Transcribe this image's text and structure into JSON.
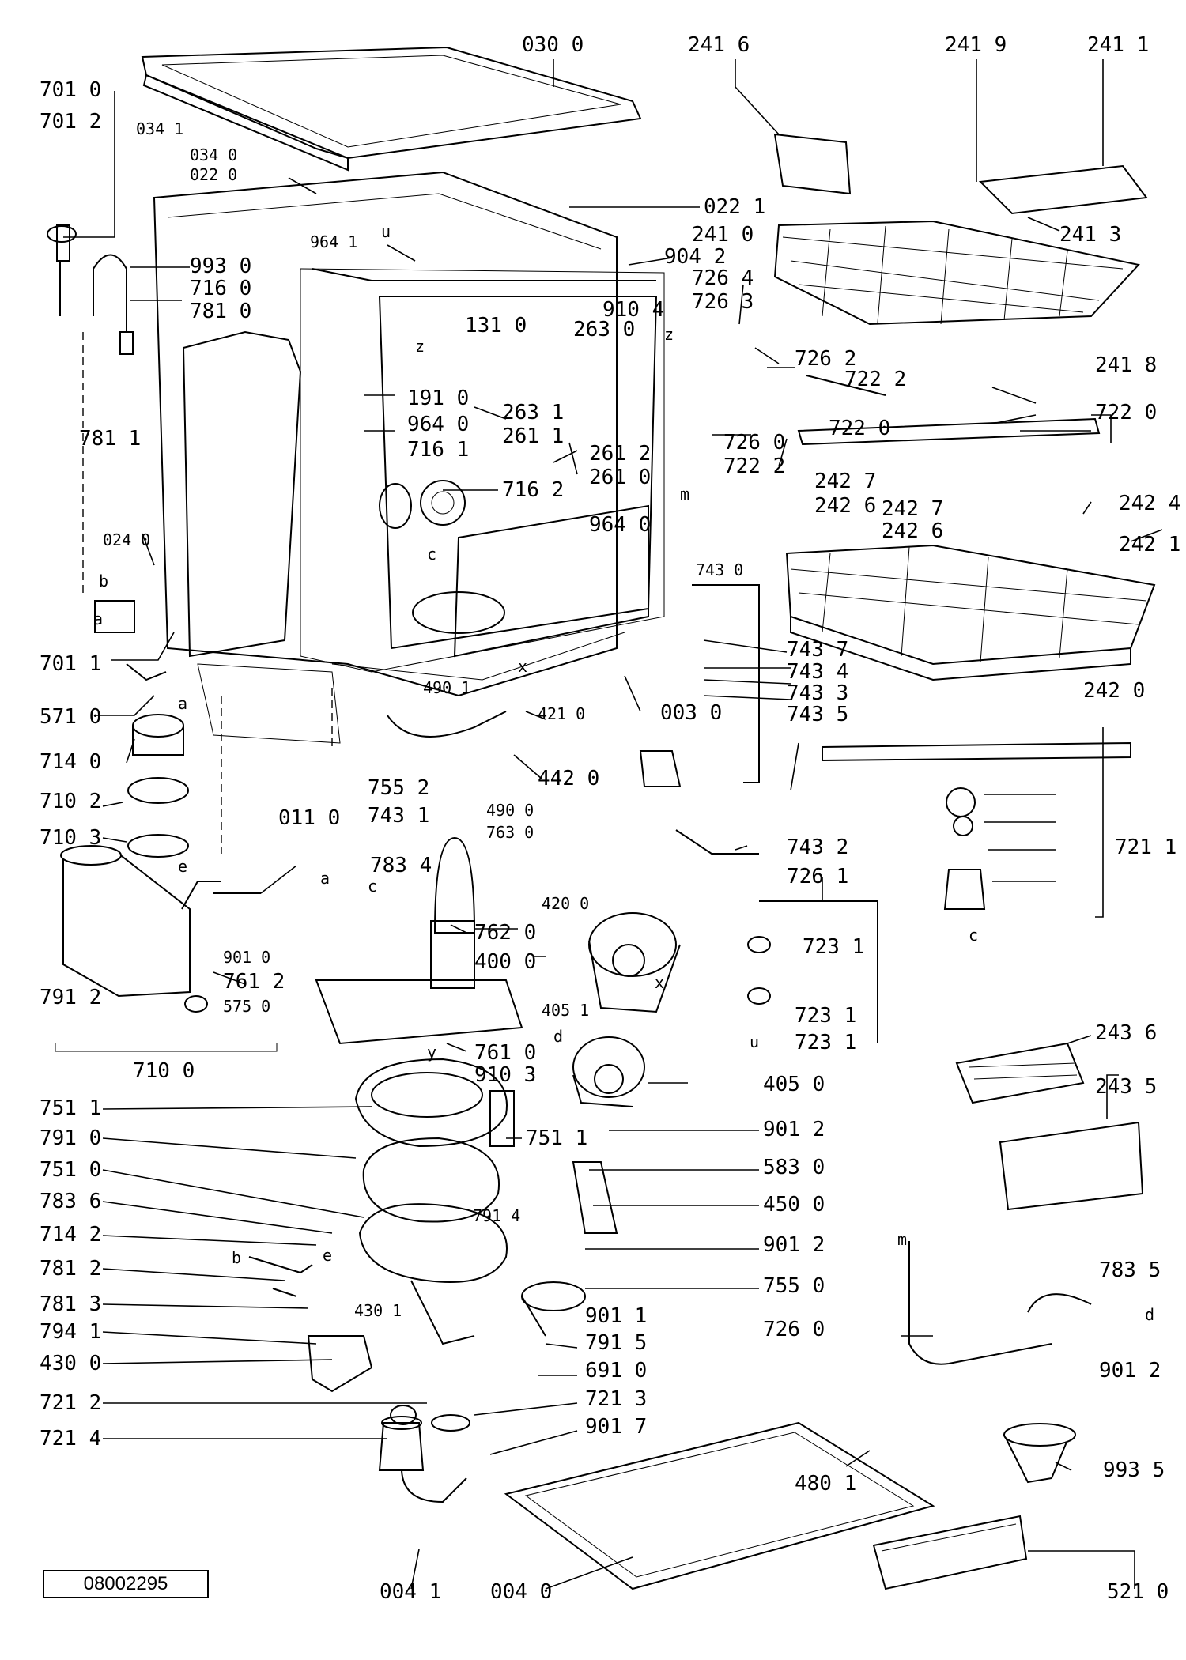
{
  "document_number": "08002295",
  "part_labels": {
    "p0300": "030 0",
    "p2416": "241 6",
    "p2419": "241 9",
    "p2411": "241 1",
    "p7010": "701 0",
    "p7012": "701 2",
    "p0341": "034 1",
    "p0340": "034 0",
    "p0220": "022 0",
    "p0221": "022 1",
    "p2410": "241 0",
    "p2413": "241 3",
    "p9641": "964 1",
    "p9930": "993 0",
    "p9042": "904 2",
    "p7264": "726 4",
    "p7160": "716 0",
    "p7263": "726 3",
    "p7810": "781 0",
    "p9104": "910 4",
    "p1310": "131 0",
    "p2630": "263 0",
    "p7262": "726 2",
    "p2418": "241 8",
    "p7811": "781 1",
    "p7222a": "722 2",
    "p7220": "722 0",
    "p2631": "263 1",
    "p1910": "191 0",
    "p7220b": "722 0",
    "p2611": "261 1",
    "p9640": "964 0",
    "p2612": "261 2",
    "p7260": "726 0",
    "p7161": "716 1",
    "p2610": "261 0",
    "p7222b": "722 2",
    "p7162": "716 2",
    "p2427a": "242 7",
    "p2426a": "242 6",
    "p2427b": "242 7",
    "p2424": "242 4",
    "p2426b": "242 6",
    "p9640b": "964 0",
    "p0240": "024 0",
    "p2421": "242 1",
    "p7430": "743 0",
    "p7437": "743 7",
    "p7011": "701 1",
    "p7434": "743 4",
    "p7433": "743 3",
    "p7435": "743 5",
    "p5710": "571 0",
    "p4901": "490 1",
    "p4210": "421 0",
    "p0030": "003 0",
    "p2420": "242 0",
    "p7140": "714 0",
    "p7552": "755 2",
    "p4420": "442 0",
    "p7102": "710 2",
    "p0110": "011 0",
    "p7431": "743 1",
    "p4900": "490 0",
    "p7630": "763 0",
    "p7103": "710 3",
    "p7432": "743 2",
    "p7211": "721 1",
    "p7834": "783 4",
    "p7261": "726 1",
    "p4200": "420 0",
    "p7620": "762 0",
    "p9010": "901 0",
    "p4000": "400 0",
    "p7612": "761 2",
    "p7231a": "723 1",
    "p7912": "791 2",
    "p5750": "575 0",
    "p4051": "405 1",
    "p7231b": "723 1",
    "p7231c": "723 1",
    "p2436": "243 6",
    "p7610": "761 0",
    "p7100": "710 0",
    "p9103": "910 3",
    "p4050": "405 0",
    "p2435": "243 5",
    "p7511a": "751 1",
    "p9012a": "901 2",
    "p7910": "791 0",
    "p7511b": "751 1",
    "p5830": "583 0",
    "p7510": "751 0",
    "p4500": "450 0",
    "p7836": "783 6",
    "p7914": "791 4",
    "p7142": "714 2",
    "p9012b": "901 2",
    "p7835": "783 5",
    "p7812": "781 2",
    "p7550": "755 0",
    "p7813": "781 3",
    "p4301": "430 1",
    "p9011": "901 1",
    "p7260b": "726 0",
    "p7941": "794 1",
    "p7915": "791 5",
    "p4300": "430 0",
    "p6910": "691 0",
    "p9012c": "901 2",
    "p7212": "721 2",
    "p7213": "721 3",
    "p7214": "721 4",
    "p9017": "901 7",
    "p9935": "993 5",
    "p4801": "480 1",
    "p0041": "004 1",
    "p0040": "004 0",
    "p5210": "521 0"
  },
  "connector_letters": {
    "z1": "z",
    "z2": "z",
    "u1": "u",
    "x1": "x",
    "x2": "x",
    "c1": "c",
    "c2": "c",
    "c3": "c",
    "b1": "b",
    "b2": "b",
    "a1": "a",
    "a2": "a",
    "a3": "a",
    "e1": "e",
    "e2": "e",
    "d1": "d",
    "d2": "d",
    "m1": "m",
    "m2": "m",
    "u2": "u",
    "y1": "y"
  }
}
